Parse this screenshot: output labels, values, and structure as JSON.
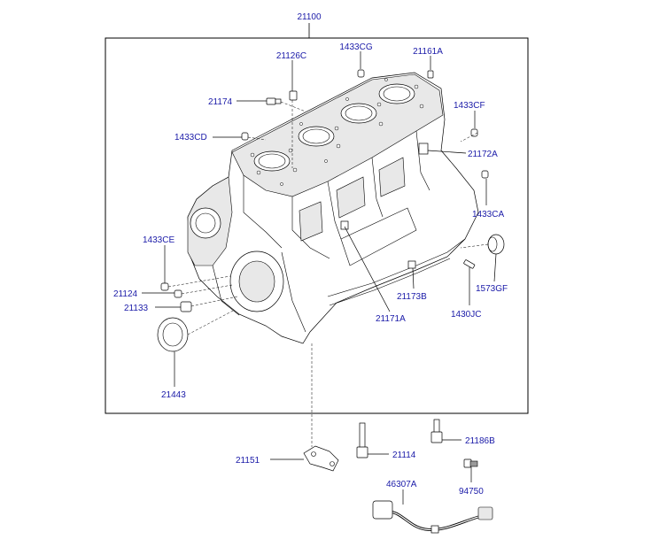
{
  "diagram": {
    "frame_label": "21100",
    "labels": {
      "p21126C": "21126C",
      "p1433CG": "1433CG",
      "p21161A": "21161A",
      "p21174": "21174",
      "p1433CF": "1433CF",
      "p1433CD": "1433CD",
      "p21172A": "21172A",
      "p1433CA": "1433CA",
      "p1433CE": "1433CE",
      "p21124": "21124",
      "p21133": "21133",
      "p1573GF": "1573GF",
      "p21173B": "21173B",
      "p21171A": "21171A",
      "p1430JC": "1430JC",
      "p21443": "21443",
      "p21151": "21151",
      "p21114": "21114",
      "p21186B": "21186B",
      "p46307A": "46307A",
      "p94750": "94750"
    }
  }
}
